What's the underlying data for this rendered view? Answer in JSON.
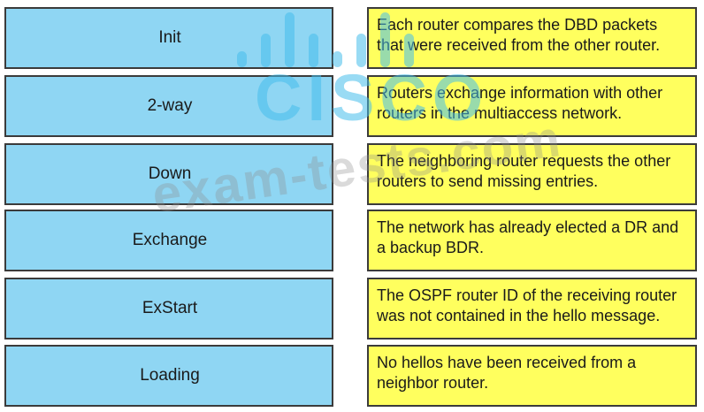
{
  "states": [
    {
      "label": "Init"
    },
    {
      "label": "2-way"
    },
    {
      "label": "Down"
    },
    {
      "label": "Exchange"
    },
    {
      "label": "ExStart"
    },
    {
      "label": "Loading"
    }
  ],
  "descriptions": [
    {
      "text": "Each router compares the DBD packets that were received from the other router."
    },
    {
      "text": "Routers exchange information with other routers in the multiaccess network."
    },
    {
      "text": "The neighboring router requests the other routers to send missing entries."
    },
    {
      "text": "The network has already elected a DR and a backup BDR."
    },
    {
      "text": "The OSPF router ID of the receiving router was not contained in the hello message."
    },
    {
      "text": "No hellos have been received from a neighbor router."
    }
  ],
  "watermark": {
    "logo": "cisco",
    "logo_text": "CISCO",
    "site": "exam-tests.com"
  },
  "colors": {
    "state_fill": "#8fd6f3",
    "description_fill": "#ffff5e",
    "border": "#3b3b3b"
  }
}
